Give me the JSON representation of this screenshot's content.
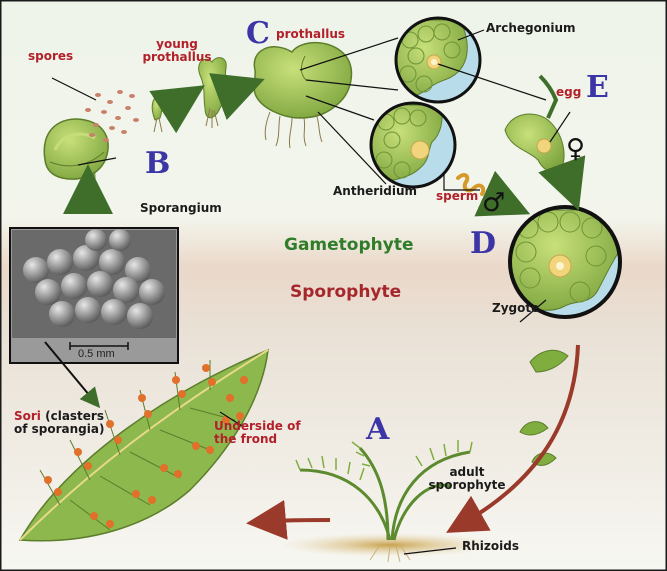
{
  "stages": {
    "a": "A",
    "b": "B",
    "c": "C",
    "d": "D",
    "e": "E"
  },
  "labels": {
    "spores": "spores",
    "young_prothallus_1": "young",
    "young_prothallus_2": "prothallus",
    "prothallus": "prothallus",
    "archegonium": "Archegonium",
    "egg": "egg",
    "female_symbol": "♀",
    "antheridium": "Antheridium",
    "sperm": "sperm",
    "male_symbol": "♂",
    "sporangium": "Sporangium",
    "zygote": "Zygote",
    "scale_bar": "0.5 mm",
    "sori_word": "Sori",
    "sori_rest_1": "(clasters",
    "sori_rest_2": "of sporangia)",
    "underside_1": "Underside of",
    "underside_2": "the frond",
    "adult_1": "adult",
    "adult_2": "sporophyte",
    "rhizoids": "Rhizoids"
  },
  "zones": {
    "gametophyte": "Gametophyte",
    "sporophyte": "Sporophyte"
  },
  "colors": {
    "label_red": "#b3202a",
    "label_dark": "#1b1b1b",
    "stage_letter": "#3b35a6",
    "gametophyte_text": "#2f7d2a",
    "sporophyte_text": "#a5262b",
    "plant_green": "#7cae3e",
    "sorus_orange": "#e0702a",
    "arrow_green": "#3f6e2b",
    "arrow_brown": "#9a3a2a"
  }
}
